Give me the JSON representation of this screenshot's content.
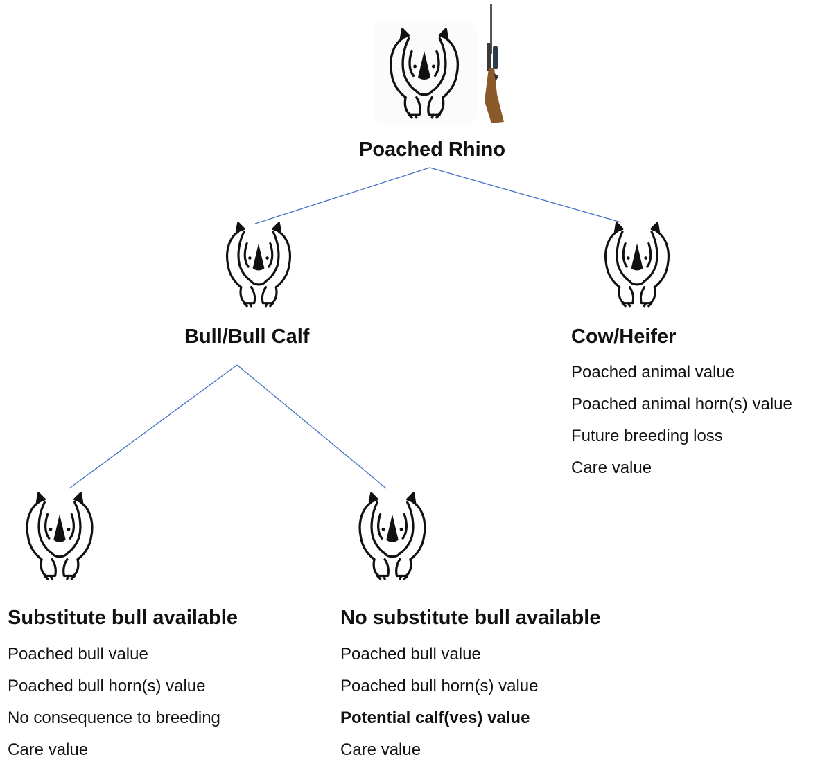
{
  "diagram": {
    "root": {
      "title": "Poached Rhino"
    },
    "bull": {
      "title": "Bull/Bull Calf"
    },
    "cow": {
      "title": "Cow/Heifer",
      "items": [
        "Poached animal value",
        "Poached animal horn(s) value",
        "Future breeding loss",
        "Care value"
      ]
    },
    "substitute": {
      "title": "Substitute bull available",
      "items": [
        "Poached bull value",
        "Poached bull horn(s) value",
        "No consequence to breeding",
        "Care value"
      ]
    },
    "no_substitute": {
      "title": "No substitute bull available",
      "items": [
        "Poached bull value",
        "Poached bull horn(s) value",
        "Potential calf(ves) value",
        "Care value"
      ]
    }
  },
  "colors": {
    "connector": "#4472c4",
    "text": "#111111",
    "rifle_stock": "#8a5a2b"
  },
  "icons": [
    "rhino-icon",
    "rifle-icon"
  ]
}
